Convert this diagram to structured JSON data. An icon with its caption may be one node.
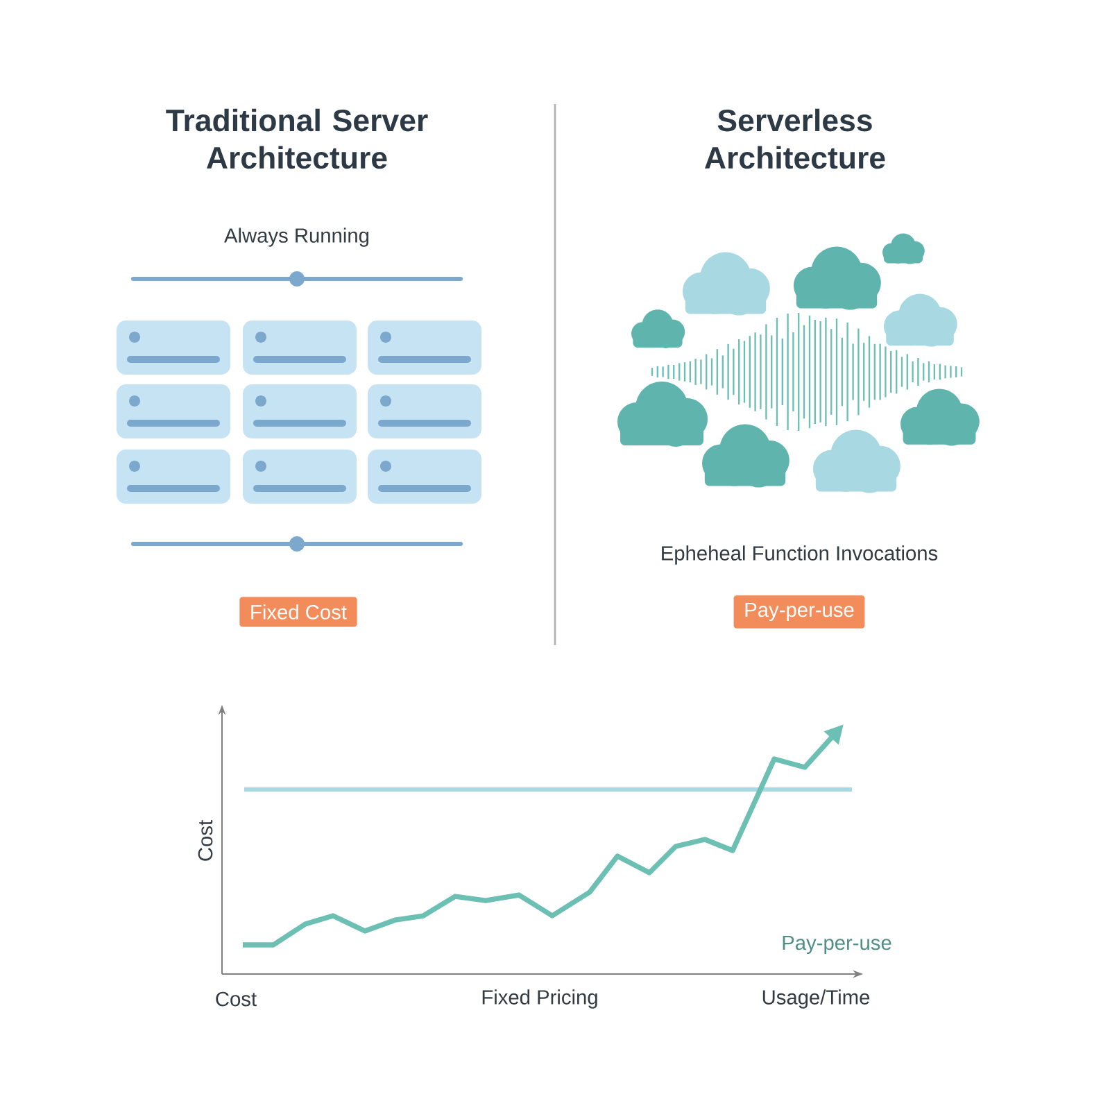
{
  "diagram": {
    "nodes": [
      {
        "text": [
          "Fixed Cost"
        ]
      },
      {
        "text": [
          "Pay-per-use"
        ]
      }
    ],
    "labels": [
      "Traditional Server Architecture",
      "Serverless Architecture",
      "Always Running",
      "Epheheal Function Invocations",
      "Cost",
      "Pay-per-use",
      "Cost",
      "Fixed Pricing",
      "Usage/Time"
    ]
  }
}
